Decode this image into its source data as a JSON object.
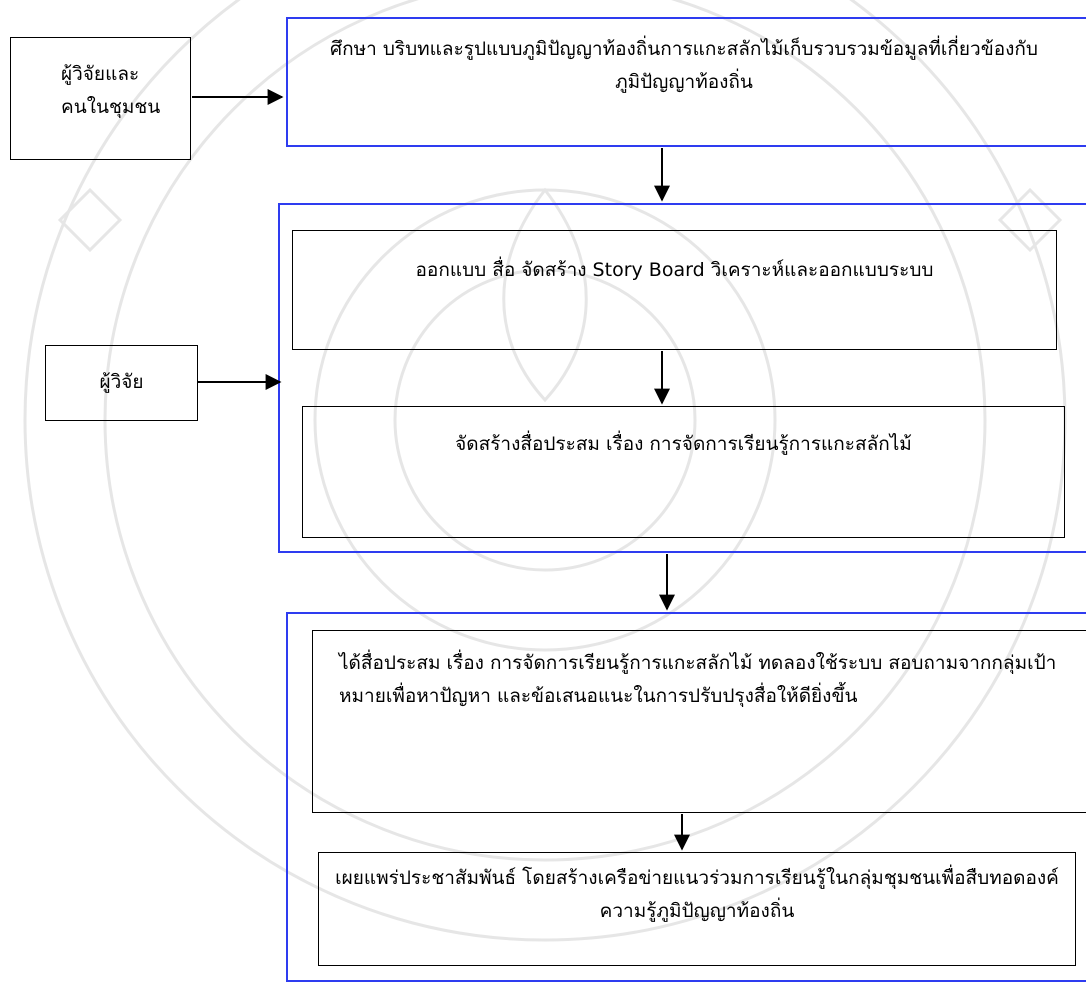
{
  "actors": {
    "researchers_and_community": "ผู้วิจัยและคนในชุมชน",
    "researcher": "ผู้วิจัย"
  },
  "steps": {
    "step1": "ศึกษา บริบทและรูปแบบภูมิปัญญาท้องถิ่นการแกะสลักไม้เก็บรวบรวมข้อมูลที่เกี่ยวข้องกับภูมิปัญญาท้องถิ่น",
    "step2": "ออกแบบ สื่อ จัดสร้าง Story Board วิเคราะห์และออกแบบระบบ",
    "step3": "จัดสร้างสื่อประสม เรื่อง การจัดการเรียนรู้การแกะสลักไม้",
    "step4": "ได้สื่อประสม เรื่อง การจัดการเรียนรู้การแกะสลักไม้ ทดลองใช้ระบบ สอบถามจากกลุ่มเป้าหมายเพื่อหาปัญหา และข้อเสนอแนะในการปรับปรุงสื่อให้ดียิ่งขึ้น",
    "step5": "เผยแพร่ประชาสัมพันธ์ โดยสร้างเครือข่ายแนวร่วมการเรียนรู้ในกลุ่มชุมชนเพื่อสืบทอดองค์ความรู้ภูมิปัญญาท้องถิ่น"
  },
  "colors": {
    "group_border": "#2e3cf0",
    "box_border": "#000000",
    "watermark": "#e9e9e9"
  }
}
